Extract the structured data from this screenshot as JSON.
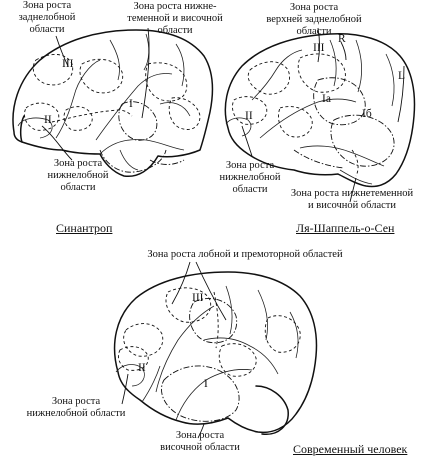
{
  "panels": {
    "sinanthropus": {
      "caption": "Синантроп",
      "labels": {
        "parietal_growth": "Зона роста\nзаднелобной\nобласти",
        "inferior_parietal_temporal": "Зона роста нижне-\nтеменной и височной\nобласти",
        "inferior_frontal": "Зона роста\nнижнелобной\nобласти"
      },
      "numerals": {
        "i": "I",
        "ii": "II",
        "iii": "III"
      }
    },
    "la_chapelle": {
      "caption": "Ля-Шаппель-о-Сен",
      "labels": {
        "upper_posterior_frontal": "Зона роста\nверхней заднелобной\nобласти",
        "inferior_frontal": "Зона роста\nнижнелобной\nобласти",
        "inferior_parietal_temporal": "Зона роста нижнетеменной\nи височной области"
      },
      "numerals": {
        "ia": "Ia",
        "ib": "Iб",
        "ii": "II",
        "iii": "III",
        "r": "R",
        "l": "L"
      }
    },
    "modern": {
      "caption": "Современный человек",
      "labels": {
        "frontal_premotor": "Зона роста лобной и премоторной областей",
        "inferior_frontal": "Зона роста\nнижнелобной области",
        "temporal": "Зона роста\nвисочной области"
      },
      "numerals": {
        "i": "I",
        "ii": "II",
        "iii": "III"
      }
    }
  }
}
